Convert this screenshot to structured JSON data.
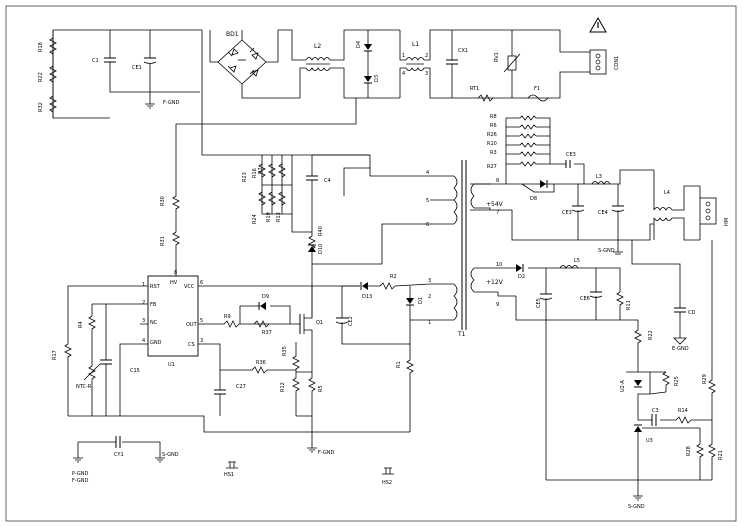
{
  "refs": {
    "r18": "R18",
    "r22": "R22",
    "r32": "R32",
    "c1": "C1",
    "ce1": "CE1",
    "fgnd_top": "F-GND",
    "bd1": "BD1",
    "l2": "L2",
    "d4": "D4",
    "d3": "D3",
    "l1": "L1",
    "l1_p1": "1",
    "l1_p4": "4",
    "l1_p2": "2",
    "l1_p3": "3",
    "cx1": "CX1",
    "rv1": "RV1",
    "rt1": "RT1",
    "f1": "F1",
    "con1": "CON1",
    "r8": "R8",
    "r6": "R6",
    "r26": "R26",
    "r10": "R10",
    "r3": "R3",
    "r27": "R27",
    "ce3": "CE3",
    "d8": "D8",
    "l3": "L3",
    "ce_3": "CE3",
    "ce4": "CE4",
    "l4": "L4",
    "hm": "HM",
    "sgnd1": "S-GND",
    "r23": "R23",
    "r16": "R16",
    "r7": "R7",
    "r24": "R24",
    "r19": "R19",
    "r13": "R13",
    "c4": "C4",
    "r40": "R40",
    "d10": "D10",
    "r30": "R30",
    "r31": "R31",
    "v54": "+54V",
    "p8": "8",
    "p7": "7",
    "p4": "4",
    "p5": "5",
    "p6": "6",
    "v12": "+12V",
    "p10": "10",
    "p9": "9",
    "d2": "D2",
    "l5": "L5",
    "ce5": "CE5",
    "ce6": "CE6",
    "r11": "R11",
    "cd": "CD",
    "egnd": "E-GND",
    "d13": "D13",
    "r2": "R2",
    "p3": "3",
    "p2": "2",
    "p1": "1",
    "d1": "D1",
    "t1": "T1",
    "ce2": "CE2",
    "q1": "Q1",
    "d9": "D9",
    "r9": "R9",
    "r37": "R37",
    "r35": "R35",
    "r12": "R12",
    "r5": "R5",
    "r1": "R1",
    "r36": "R36",
    "c27": "C27",
    "fgnd_bot": "F-GND",
    "u1": "U1",
    "u1_hv": "HV",
    "u1_vcc": "VCC",
    "u1_rst": "RST",
    "u1_fb": "FB",
    "u1_nc": "NC",
    "u1_out": "OUT",
    "u1_gnd": "GND",
    "u1_cs": "CS",
    "pin1": "1",
    "pin2": "2",
    "pin3": "3",
    "pin4": "4",
    "pin5": "5",
    "pin6": "6",
    "pin8": "8",
    "r4": "R4",
    "r17": "R17",
    "nts": "NTC-R",
    "c15": "C15",
    "r22b": "R22",
    "u2a": "U2-A",
    "r25": "R25",
    "r29": "R29",
    "c3": "C3",
    "r14": "R14",
    "u3": "U3",
    "r28": "R28",
    "r21": "R21",
    "sgnd2": "S-GND",
    "cy1": "CY1",
    "pgnd": "P-GND",
    "fgnd_l": "F-GND",
    "sgnd3": "S-GND",
    "hs1": "HS1",
    "hs2": "HS2"
  }
}
